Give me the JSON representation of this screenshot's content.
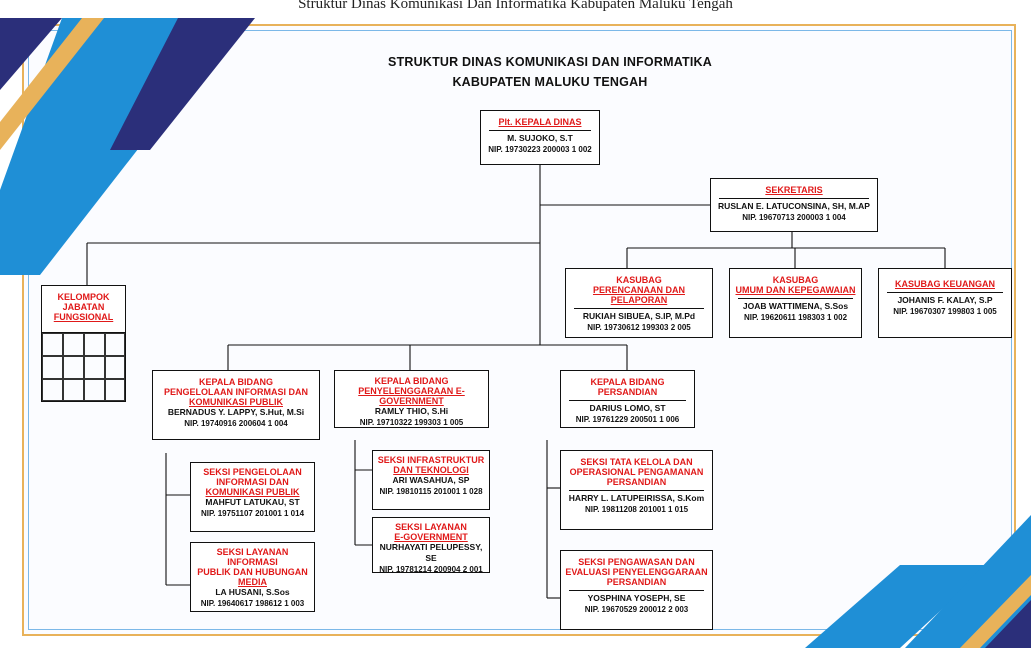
{
  "caption": "Struktur Dinas Komunikasi Dan Informatika Kabupaten Maluku Tengah",
  "header": {
    "title_line1": "STRUKTUR DINAS KOMUNIKASI DAN INFORMATIKA",
    "title_line2": "KABUPATEN MALUKU TENGAH"
  },
  "kepala": {
    "role": "Plt. KEPALA DINAS",
    "name": "M. SUJOKO, S.T",
    "nip": "NIP. 19730223 200003 1 002"
  },
  "sekretaris": {
    "role": "SEKRETARIS",
    "name": "RUSLAN E. LATUCONSINA, SH, M.AP",
    "nip": "NIP. 19670713 200003 1 004"
  },
  "kasubag": [
    {
      "role1": "KASUBAG",
      "role2": "PERENCANAAN DAN PELAPORAN",
      "name": "RUKIAH SIBUEA, S.IP, M.Pd",
      "nip": "NIP. 19730612 199303 2 005"
    },
    {
      "role1": "KASUBAG",
      "role2": "UMUM DAN KEPEGAWAIAN",
      "name": "JOAB WATTIMENA, S.Sos",
      "nip": "NIP. 19620611 198303 1 002"
    },
    {
      "role1": "KASUBAG KEUANGAN",
      "role2": "",
      "name": "JOHANIS F. KALAY, S.P",
      "nip": "NIP. 19670307 199803 1 005"
    }
  ],
  "fungsional": {
    "line1": "KELOMPOK",
    "line2": "JABATAN",
    "line3": "FUNGSIONAL"
  },
  "bidang": [
    {
      "role1": "KEPALA BIDANG",
      "role2": "PENGELOLAAN INFORMASI DAN",
      "role3": "KOMUNIKASI PUBLIK",
      "name": "BERNADUS Y. LAPPY, S.Hut, M.Si",
      "nip": "NIP. 19740916 200604 1 004"
    },
    {
      "role1": "KEPALA BIDANG",
      "role2": "PENYELENGGARAAN E-GOVERNMENT",
      "role3": "",
      "name": "RAMLY THIO, S.Hi",
      "nip": "NIP. 19710322 199303 1 005"
    },
    {
      "role1": "KEPALA BIDANG PERSANDIAN",
      "role2": "",
      "role3": "",
      "name": "DARIUS LOMO, ST",
      "nip": "NIP. 19761229 200501 1 006"
    }
  ],
  "seksi": [
    {
      "role1": "SEKSI PENGELOLAAN",
      "role2": "INFORMASI DAN",
      "role3": "KOMUNIKASI PUBLIK",
      "name": "MAHFUT LATUKAU, ST",
      "nip": "NIP. 19751107 201001 1 014"
    },
    {
      "role1": "SEKSI LAYANAN INFORMASI",
      "role2": "PUBLIK DAN HUBUNGAN",
      "role3": "MEDIA",
      "name": "LA HUSANI, S.Sos",
      "nip": "NIP. 19640617 198612 1 003"
    },
    {
      "role1": "SEKSI INFRASTRUKTUR",
      "role2": "DAN TEKNOLOGI",
      "role3": "",
      "name": "ARI WASAHUA, SP",
      "nip": "NIP. 19810115 201001 1 028"
    },
    {
      "role1": "SEKSI LAYANAN",
      "role2": "E-GOVERNMENT",
      "role3": "",
      "name": "NURHAYATI PELUPESSY, SE",
      "nip": "NIP. 19781214 200904 2 001"
    },
    {
      "role1": "SEKSI TATA KELOLA DAN",
      "role2": "OPERASIONAL PENGAMANAN",
      "role3": "PERSANDIAN",
      "name": "HARRY L. LATUPEIRISSA, S.Kom",
      "nip": "NIP. 19811208 201001 1 015"
    },
    {
      "role1": "SEKSI PENGAWASAN DAN",
      "role2": "EVALUASI PENYELENGGARAAN",
      "role3": "PERSANDIAN",
      "name": "YOSPHINA YOSEPH, SE",
      "nip": "NIP. 19670529 200012 2 003"
    }
  ],
  "colors": {
    "role_text": "#e01919",
    "frame_gold": "#e8b25a",
    "frame_blue": "#7bb8e8",
    "deco_blue": "#1f8fd6",
    "deco_navy": "#2b2f7a"
  }
}
